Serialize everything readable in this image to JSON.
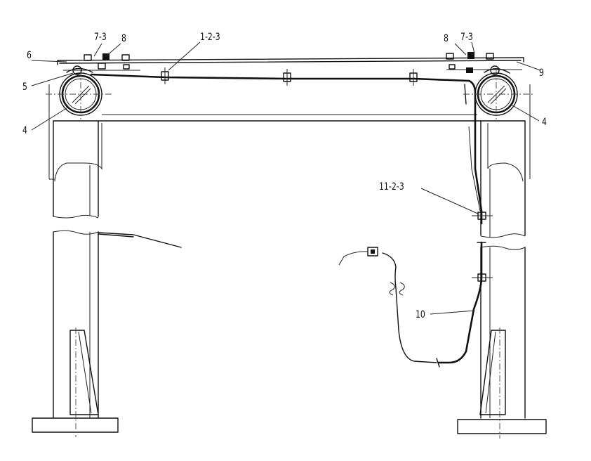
{
  "callouts": {
    "item_7_3_left": "7-3",
    "item_8_left": "8",
    "item_1_2_3": "1-2-3",
    "item_8_right": "8",
    "item_7_3_right": "7-3",
    "item_6": "6",
    "item_9": "9",
    "item_5": "5",
    "item_4_left": "4",
    "item_4_right": "4",
    "item_11_2_3": "11-2-3",
    "item_10": "10"
  }
}
